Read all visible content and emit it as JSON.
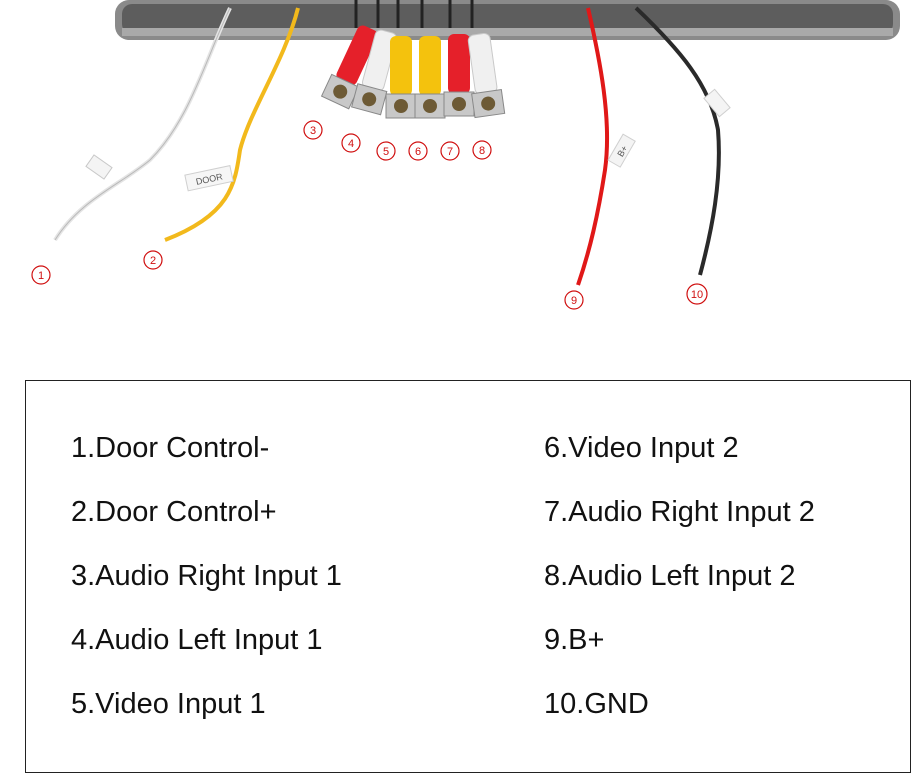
{
  "callouts": {
    "c1": "1",
    "c2": "2",
    "c3": "3",
    "c4": "4",
    "c5": "5",
    "c6": "6",
    "c7": "7",
    "c8": "8",
    "c9": "9",
    "c10": "10"
  },
  "wire_tags": {
    "yellow": "DOOR",
    "red": "B+"
  },
  "colors": {
    "callout": "#d01010",
    "wire_white": "#e8e8e8",
    "wire_yellow": "#f2b91c",
    "wire_red": "#e01818",
    "wire_black": "#2a2a2a",
    "rca_red": "#e5202a",
    "rca_yellow": "#f4c20d",
    "rca_white": "#f0f0f0"
  },
  "legend": {
    "left": [
      "1.Door Control-",
      "2.Door Control+",
      "3.Audio Right Input 1",
      "4.Audio Left Input 1",
      "5.Video Input 1"
    ],
    "right": [
      "6.Video Input 2",
      "7.Audio Right Input 2",
      "8.Audio Left Input 2",
      "9.B+",
      "10.GND"
    ]
  }
}
